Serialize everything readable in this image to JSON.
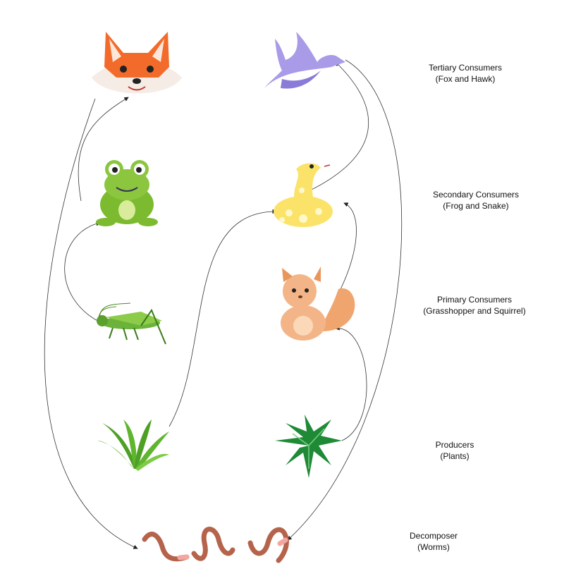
{
  "title": "Food Web",
  "levels": [
    {
      "name": "Tertiary Consumers",
      "members": "(Fox and Hawk)"
    },
    {
      "name": "Secondary Consumers",
      "members": "(Frog and Snake)"
    },
    {
      "name": "Primary Consumers",
      "members": "(Grasshopper and Squirrel)"
    },
    {
      "name": "Producers",
      "members": "(Plants)"
    },
    {
      "name": "Decomposer",
      "members": "(Worms)"
    }
  ],
  "organisms": [
    "fox",
    "hawk",
    "frog",
    "snake",
    "grasshopper",
    "squirrel",
    "grass",
    "plant",
    "worms"
  ],
  "edges": [
    [
      "fox",
      "worms"
    ],
    [
      "frog",
      "fox"
    ],
    [
      "grasshopper",
      "frog"
    ],
    [
      "grass",
      "snake"
    ],
    [
      "squirrel",
      "snake"
    ],
    [
      "plant",
      "squirrel"
    ],
    [
      "snake",
      "hawk"
    ],
    [
      "hawk",
      "worms"
    ]
  ]
}
